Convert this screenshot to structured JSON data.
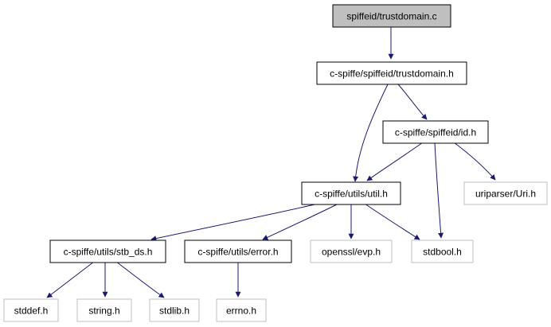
{
  "graph": {
    "title": "",
    "nodes": [
      {
        "id": "n0",
        "label": "spiffeid/trustdomain.c",
        "kind": "root"
      },
      {
        "id": "n1",
        "label": "c-spiffe/spiffeid/trustdomain.h",
        "kind": "file"
      },
      {
        "id": "n2",
        "label": "c-spiffe/spiffeid/id.h",
        "kind": "file"
      },
      {
        "id": "n3",
        "label": "c-spiffe/utils/util.h",
        "kind": "file"
      },
      {
        "id": "n4",
        "label": "uriparser/Uri.h",
        "kind": "external"
      },
      {
        "id": "n5",
        "label": "c-spiffe/utils/stb_ds.h",
        "kind": "file"
      },
      {
        "id": "n6",
        "label": "c-spiffe/utils/error.h",
        "kind": "file"
      },
      {
        "id": "n7",
        "label": "openssl/evp.h",
        "kind": "external"
      },
      {
        "id": "n8",
        "label": "stdbool.h",
        "kind": "external"
      },
      {
        "id": "n9",
        "label": "stddef.h",
        "kind": "external"
      },
      {
        "id": "n10",
        "label": "string.h",
        "kind": "external"
      },
      {
        "id": "n11",
        "label": "stdlib.h",
        "kind": "external"
      },
      {
        "id": "n12",
        "label": "errno.h",
        "kind": "external"
      }
    ],
    "edges": [
      {
        "from": "n0",
        "to": "n1"
      },
      {
        "from": "n1",
        "to": "n2"
      },
      {
        "from": "n1",
        "to": "n3"
      },
      {
        "from": "n2",
        "to": "n3"
      },
      {
        "from": "n2",
        "to": "n4"
      },
      {
        "from": "n2",
        "to": "n8"
      },
      {
        "from": "n3",
        "to": "n5"
      },
      {
        "from": "n3",
        "to": "n6"
      },
      {
        "from": "n3",
        "to": "n7"
      },
      {
        "from": "n3",
        "to": "n8"
      },
      {
        "from": "n5",
        "to": "n9"
      },
      {
        "from": "n5",
        "to": "n10"
      },
      {
        "from": "n5",
        "to": "n11"
      },
      {
        "from": "n6",
        "to": "n12"
      }
    ],
    "colors": {
      "root_fill": "#bfbfbf",
      "file_stroke": "#000000",
      "external_stroke": "#bfbfbf",
      "edge": "#191970"
    }
  }
}
